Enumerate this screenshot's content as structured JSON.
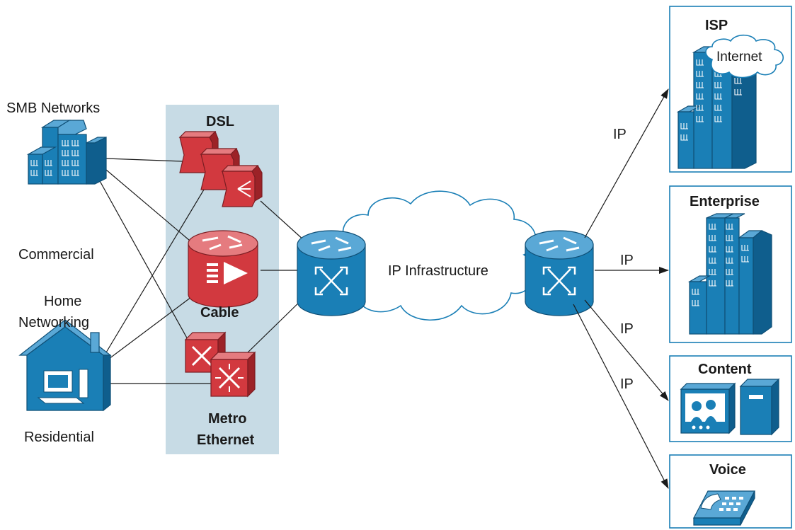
{
  "left_labels": {
    "smb": "SMB Networks",
    "commercial": "Commercial",
    "home_line1": "Home",
    "home_line2": "Networking",
    "residential": "Residential"
  },
  "access_panel": {
    "dsl": "DSL",
    "cable": "Cable",
    "metro_line1": "Metro",
    "metro_line2": "Ethernet"
  },
  "core": {
    "cloud_label": "IP Infrastructure"
  },
  "links": {
    "ip1": "IP",
    "ip2": "IP",
    "ip3": "IP",
    "ip4": "IP"
  },
  "services": {
    "isp": "ISP",
    "internet": "Internet",
    "enterprise": "Enterprise",
    "content": "Content",
    "voice": "Voice"
  },
  "colors": {
    "device_blue": "#1a7fb6",
    "device_red": "#d2393f",
    "panel_bg": "#c7dbe5"
  }
}
